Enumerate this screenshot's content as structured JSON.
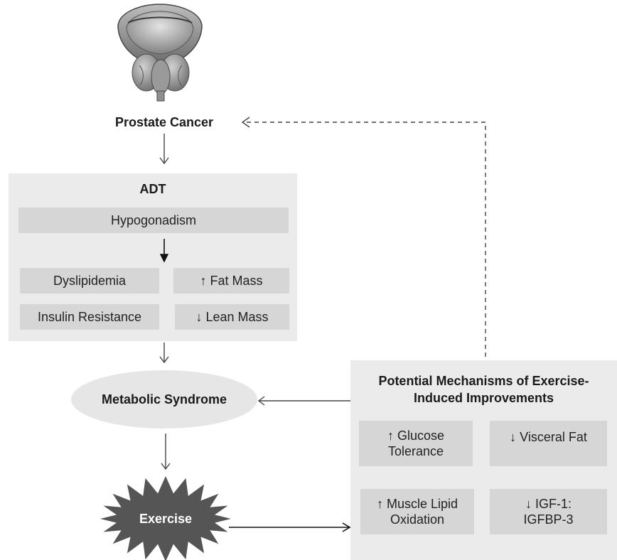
{
  "top": {
    "organ_label": "Prostate Cancer"
  },
  "adt": {
    "title": "ADT",
    "hypogonadism": "Hypogonadism",
    "dyslipidemia": "Dyslipidemia",
    "fat_mass": "↑ Fat Mass",
    "insulin_resistance": "Insulin Resistance",
    "lean_mass": "↓ Lean Mass"
  },
  "metabolic_syndrome": "Metabolic Syndrome",
  "exercise": "Exercise",
  "mechanisms": {
    "title": "Potential Mechanisms of Exercise-Induced Improvements",
    "glucose": "↑ Glucose Tolerance",
    "visceral_fat": "↓ Visceral Fat",
    "muscle_lipid": "↑ Muscle Lipid Oxidation",
    "igf": "↓ IGF-1: IGFBP-3"
  },
  "colors": {
    "panel": "#ebebeb",
    "cell": "#d6d6d6",
    "ellipse": "#e6e6e6",
    "burst": "#555555",
    "arrow": "#444444"
  },
  "icons": {
    "organ": "prostate-bladder-illustration",
    "burst": "starburst-shape"
  }
}
